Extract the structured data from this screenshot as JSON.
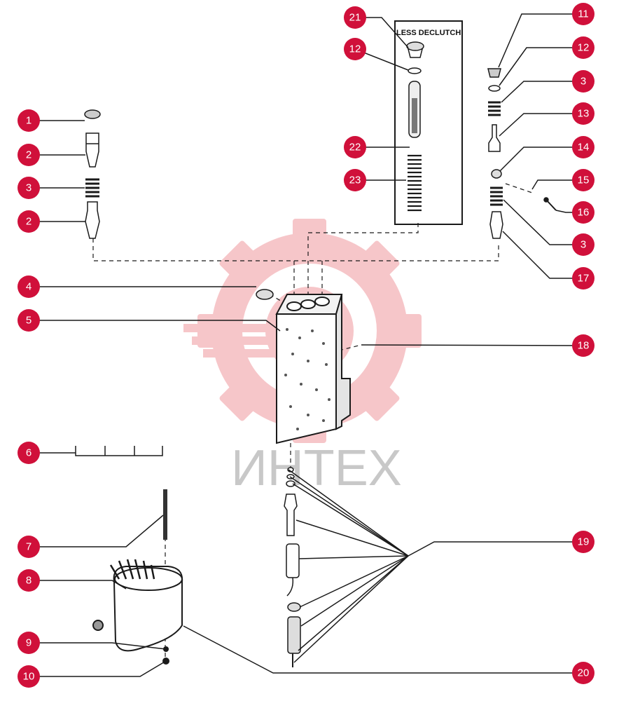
{
  "panel_label": "LESS DECLUTCH",
  "watermark_text": "ИНТЕХ",
  "colors": {
    "callout": "#d0103a",
    "line": "#1a1a1a",
    "watermark_gear": "#f4b3b8",
    "watermark_text": "#c8c8c8"
  },
  "callouts": [
    "1",
    "2",
    "3",
    "2",
    "4",
    "5",
    "6",
    "7",
    "8",
    "9",
    "10",
    "21",
    "12",
    "22",
    "23",
    "11",
    "12",
    "3",
    "13",
    "14",
    "15",
    "16",
    "3",
    "17",
    "18",
    "19",
    "20"
  ]
}
